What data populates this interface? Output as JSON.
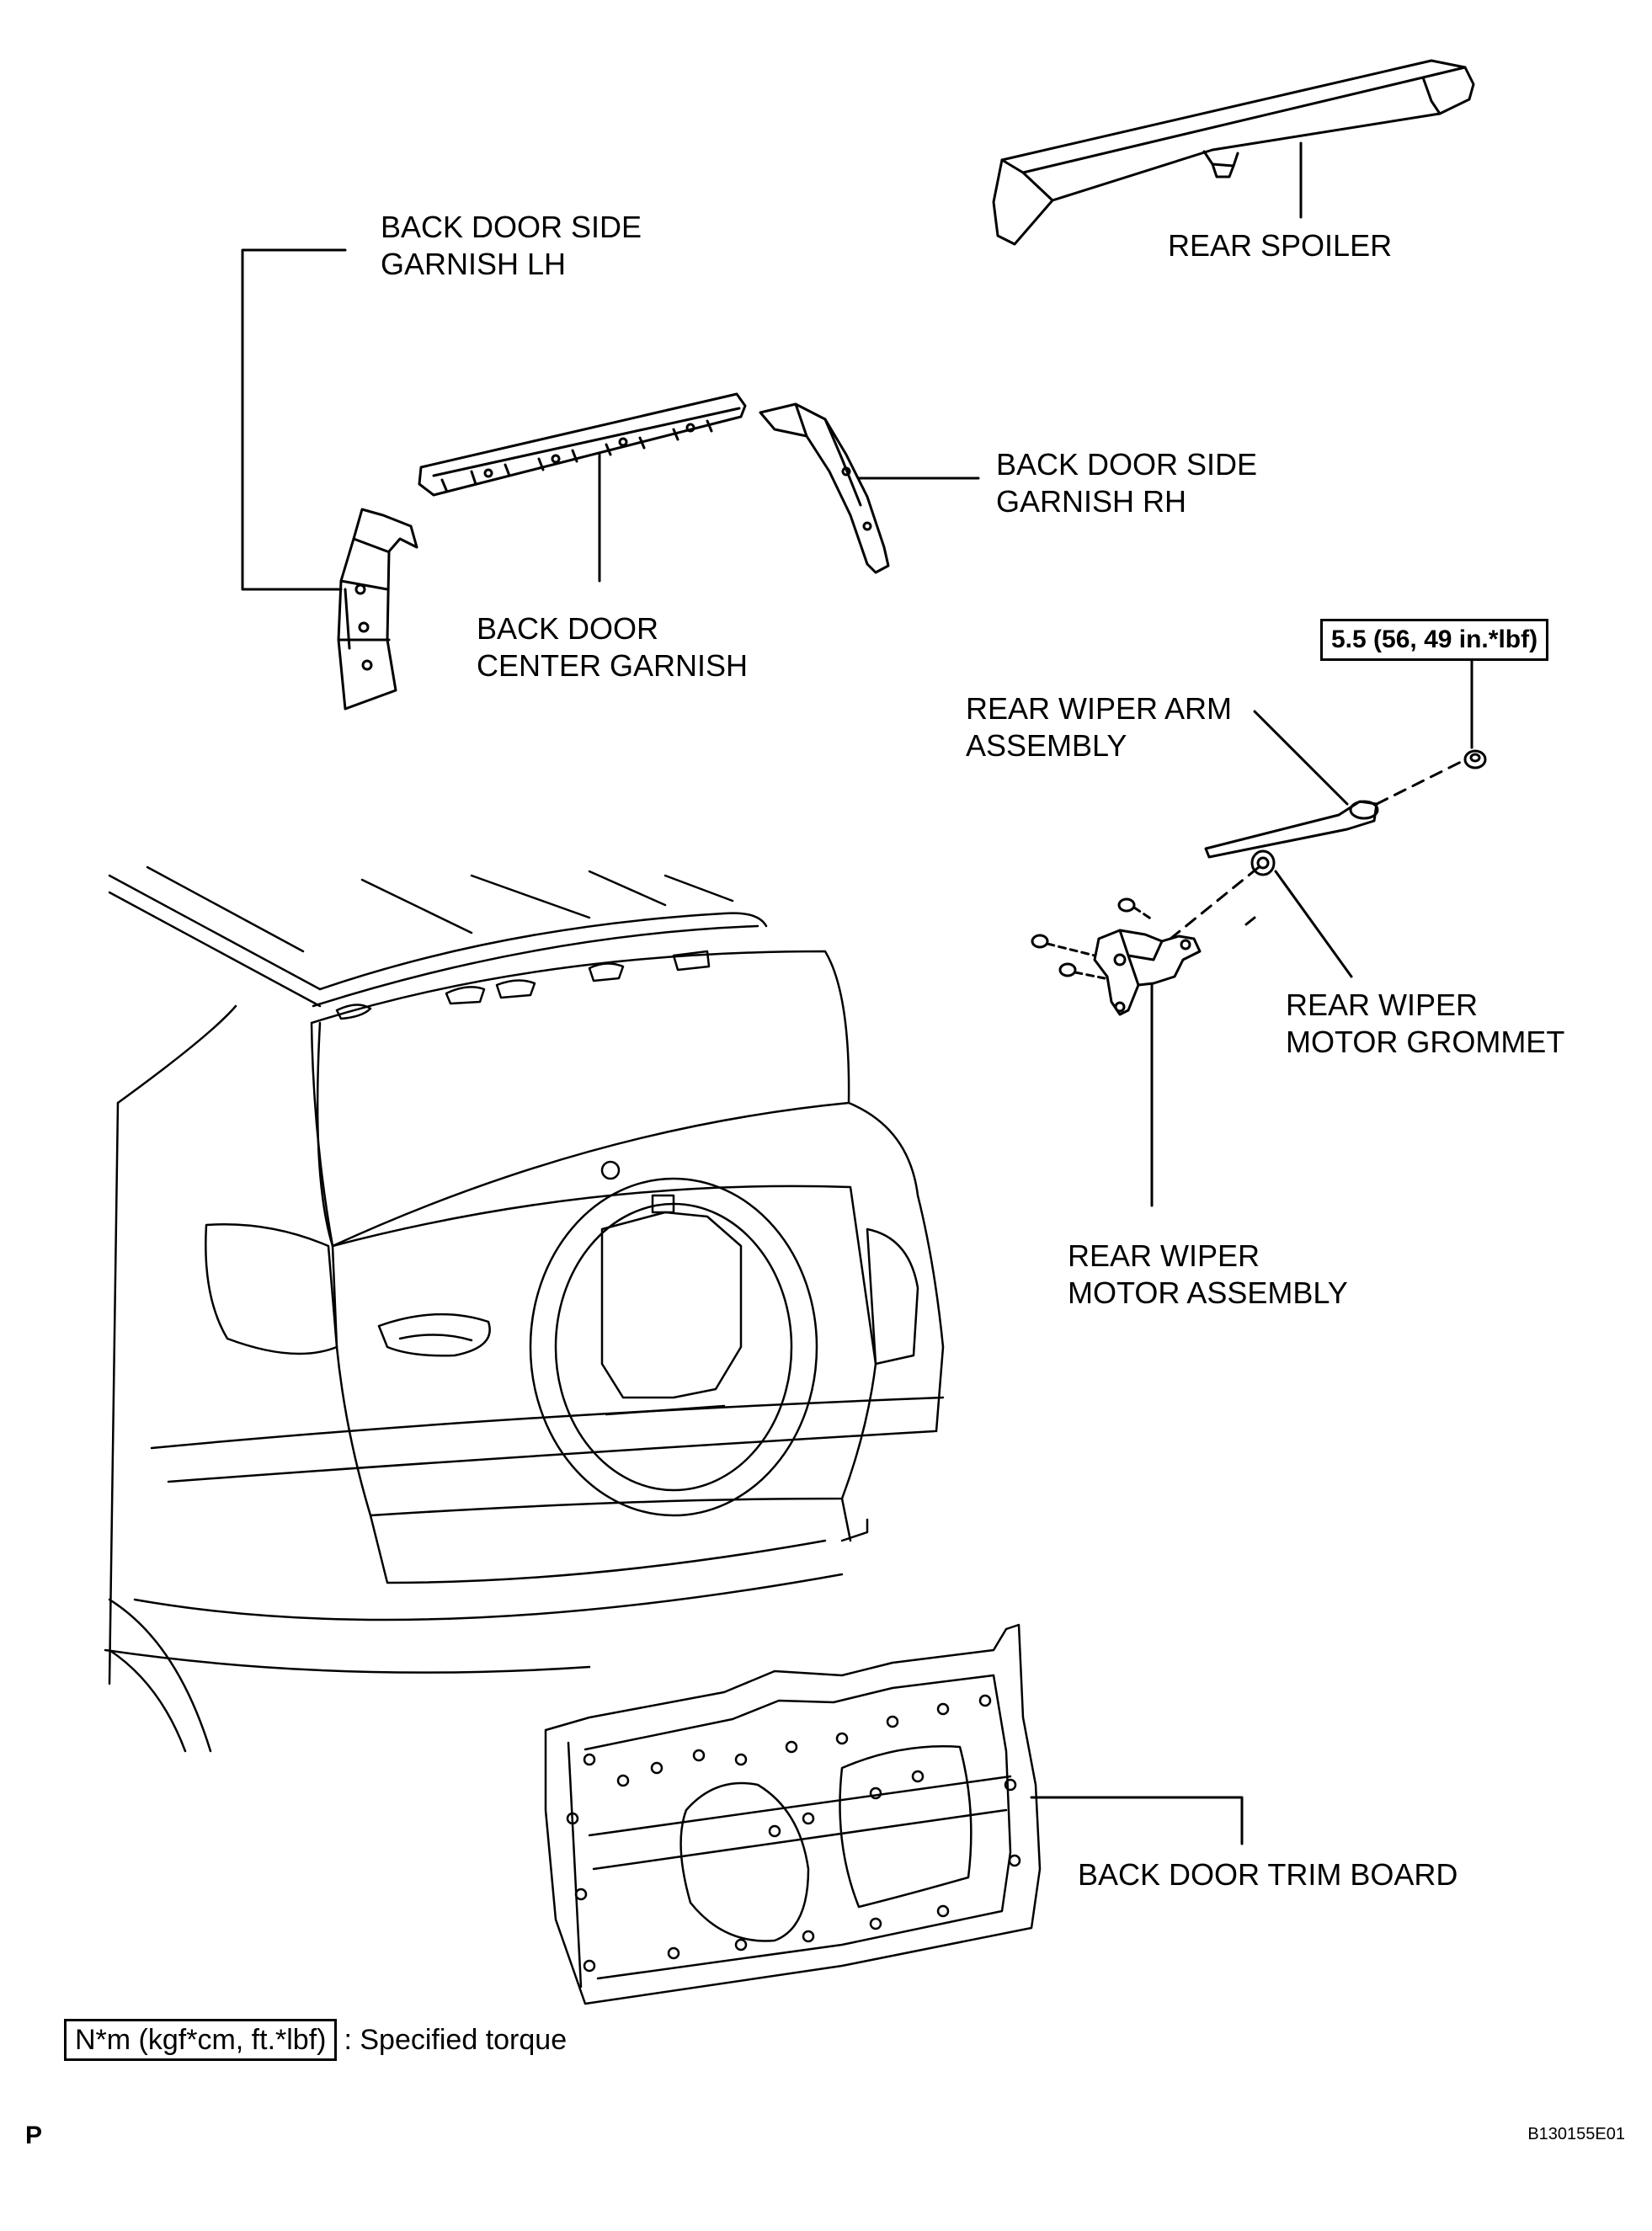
{
  "labels": {
    "rear_spoiler": [
      "REAR SPOILER"
    ],
    "side_garnish_lh": [
      "BACK DOOR SIDE",
      "GARNISH LH"
    ],
    "side_garnish_rh": [
      "BACK DOOR SIDE",
      "GARNISH RH"
    ],
    "center_garnish": [
      "BACK DOOR",
      "CENTER GARNISH"
    ],
    "wiper_arm": [
      "REAR WIPER ARM",
      "ASSEMBLY"
    ],
    "wiper_grommet": [
      "REAR WIPER",
      "MOTOR GROMMET"
    ],
    "wiper_motor": [
      "REAR WIPER",
      "MOTOR ASSEMBLY"
    ],
    "trim_board": [
      "BACK DOOR TRIM BOARD"
    ]
  },
  "torque": "5.5 (56, 49 in.*lbf)",
  "legend": {
    "box_text": "N*m (kgf*cm, ft.*lbf)",
    "description": ": Specified torque"
  },
  "corner_letter": "P",
  "figure_code": "B130155E01"
}
